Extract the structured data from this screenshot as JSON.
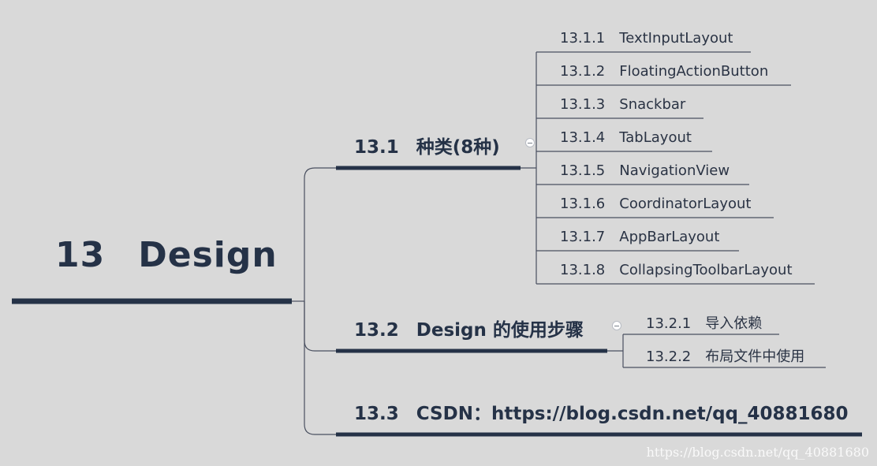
{
  "root": {
    "number": "13",
    "label": "Design"
  },
  "branches": [
    {
      "number": "13.1",
      "label": "种类(8种)",
      "children": [
        {
          "number": "13.1.1",
          "label": "TextInputLayout"
        },
        {
          "number": "13.1.2",
          "label": "FloatingActionButton"
        },
        {
          "number": "13.1.3",
          "label": "Snackbar"
        },
        {
          "number": "13.1.4",
          "label": "TabLayout"
        },
        {
          "number": "13.1.5",
          "label": "NavigationView"
        },
        {
          "number": "13.1.6",
          "label": "CoordinatorLayout"
        },
        {
          "number": "13.1.7",
          "label": "AppBarLayout"
        },
        {
          "number": "13.1.8",
          "label": "CollapsingToolbarLayout"
        }
      ]
    },
    {
      "number": "13.2",
      "label": "Design 的使用步骤",
      "children": [
        {
          "number": "13.2.1",
          "label": "导入依赖"
        },
        {
          "number": "13.2.2",
          "label": "布局文件中使用"
        }
      ]
    },
    {
      "number": "13.3",
      "label": "CSDN：https://blog.csdn.net/qq_40881680",
      "children": []
    }
  ],
  "watermark": "https://blog.csdn.net/qq_40881680",
  "colors": {
    "background": "#d9d9d9",
    "line": "#253247",
    "connector": "#4a5060",
    "text": "#253247"
  }
}
